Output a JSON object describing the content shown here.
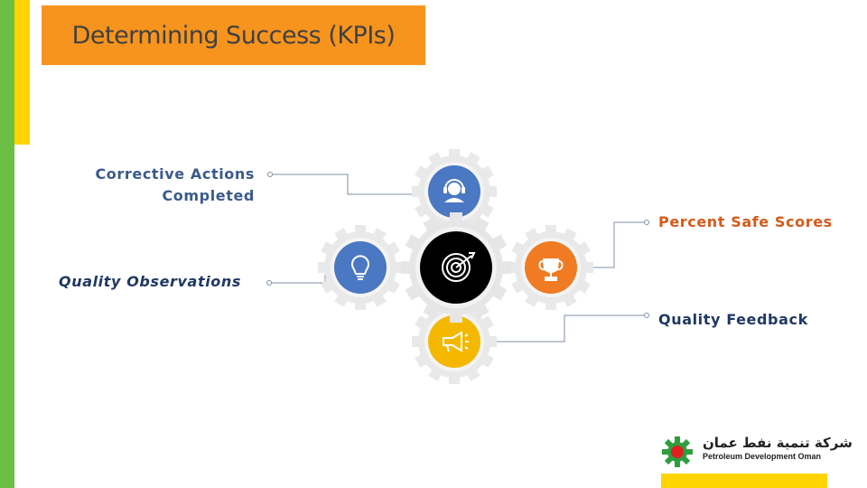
{
  "title": "Determining Success (KPIs)",
  "kpis": {
    "corrective": "Corrective Actions\nCompleted",
    "percent_safe": "Percent Safe Scores",
    "quality_observations": "Quality Observations",
    "quality_feedback": "Quality Feedback"
  },
  "logo": {
    "company_name": "Petroleum Development Oman",
    "arabic_name": "شركة تنمية نفط عمان"
  },
  "colors": {
    "green_bar": "#6cbe45",
    "yellow_bar": "#ffd400",
    "title_bg": "#f7941d",
    "gear_blue": "#4a78c2",
    "gear_orange": "#f07b22",
    "gear_yellow": "#f5b800",
    "gear_center": "#000000"
  },
  "icons": {
    "top": "headset-user-icon",
    "left": "lightbulb-icon",
    "center": "target-arrow-icon",
    "right": "trophy-icon",
    "bottom": "megaphone-icon"
  }
}
